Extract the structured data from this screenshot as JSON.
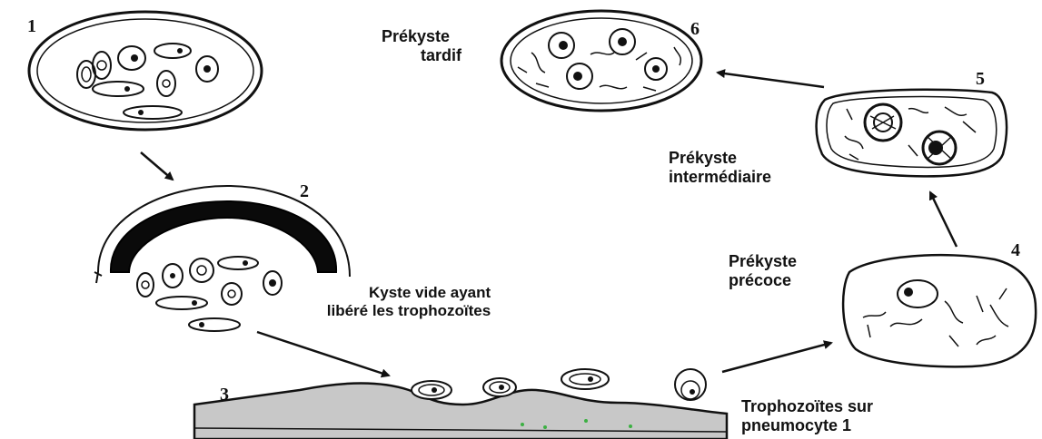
{
  "stages": [
    {
      "number": "1"
    },
    {
      "number": "2"
    },
    {
      "number": "3"
    },
    {
      "number": "4"
    },
    {
      "number": "5"
    },
    {
      "number": "6"
    }
  ],
  "labels": {
    "empty_cyst_line1": "Kyste vide ayant",
    "empty_cyst_line2": "libéré les trophozoïtes",
    "trophozoites_line1": "Trophozoïtes sur",
    "trophozoites_line2": "pneumocyte 1",
    "early_precyst_line1": "Prékyste",
    "early_precyst_line2": "précoce",
    "intermediate_precyst_line1": "Prékyste",
    "intermediate_precyst_line2": "intermédiaire",
    "late_precyst_line1": "Prékyste",
    "late_precyst_line2": "tardif"
  },
  "colors": {
    "ink": "#111111",
    "membrane_gray": "#c8c8c8",
    "green_speck": "#3cb043"
  }
}
